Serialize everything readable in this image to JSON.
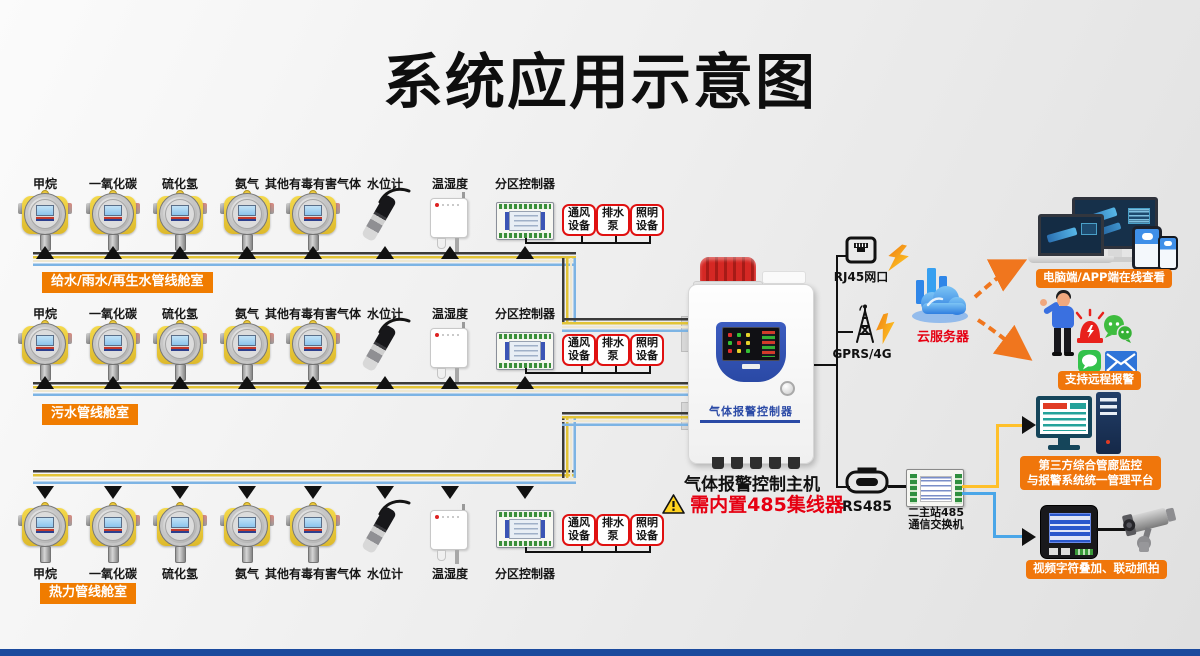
{
  "title": "系统应用示意图",
  "rows": [
    {
      "label": "给水/雨水/再生水管线舱室",
      "detectors": [
        "甲烷",
        "一氧化碳",
        "硫化氢",
        "氨气",
        "其他有毒有害气体",
        "水位计",
        "温湿度",
        "分区控制器"
      ],
      "outputs": [
        "通风设备",
        "排水泵",
        "照明设备"
      ]
    },
    {
      "label": "污水管线舱室",
      "detectors": [
        "甲烷",
        "一氧化碳",
        "硫化氢",
        "氨气",
        "其他有毒有害气体",
        "水位计",
        "温湿度",
        "分区控制器"
      ],
      "outputs": [
        "通风设备",
        "排水泵",
        "照明设备"
      ]
    },
    {
      "label": "热力管线舱室",
      "detectors": [
        "甲烷",
        "一氧化碳",
        "硫化氢",
        "氨气",
        "其他有毒有害气体",
        "水位计",
        "温湿度",
        "分区控制器"
      ],
      "outputs": [
        "通风设备",
        "排水泵",
        "照明设备"
      ]
    }
  ],
  "controller": {
    "device_label": "气体报警控制器",
    "name": "气体报警控制主机",
    "warning": "需内置485集线器"
  },
  "comms": {
    "rj45": "RJ45网口",
    "gprs": "GPRS/4G",
    "cloud": "云服务器",
    "rs485": "RS485",
    "switch_line1": "二主站485",
    "switch_line2": "通信交换机"
  },
  "badges": {
    "online_view": "电脑端/APP端在线查看",
    "remote_alarm": "支持远程报警",
    "platform_line1": "第三方综合管廊监控",
    "platform_line2": "与报警系统统一管理平台",
    "video_overlay": "视频字符叠加、联动抓拍"
  },
  "colors": {
    "accent_orange": "#f07c00",
    "alert_red": "#e60012",
    "footer_blue": "#1b4a9d",
    "wire_yellow": "#e2c437",
    "wire_blue": "#7db4e4"
  }
}
